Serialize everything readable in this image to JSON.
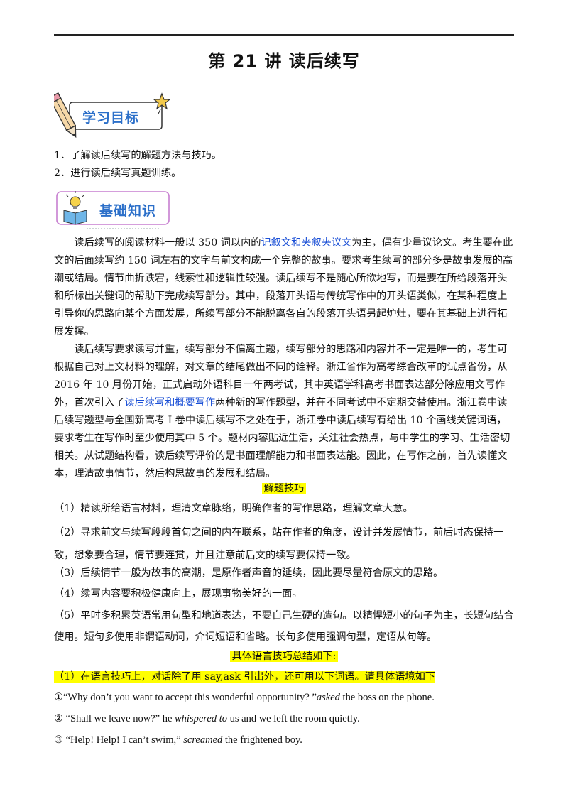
{
  "title": "第 21 讲  读后续写",
  "goals_badge": "学习目标",
  "goals": [
    "1．了解读后续写的解题方法与技巧。",
    "2．进行读后续写真题训练。"
  ],
  "basics_badge": "基础知识",
  "para1": {
    "a": "读后续写的阅读材料一般以 350 词以内的",
    "link": "记叙文和夹叙夹议文",
    "b": "为主，偶有少量议论文。考生要在此文的后面续写约 150 词左右的文字与前文构成一个完整的故事。要求考生续写的部分多是故事发展的高潮或结局。情节曲折跌宕，线索性和逻辑性较强。读后续写不是随心所欲地写，而是要在所给段落开头和所标出关键词的帮助下完成续写部分。其中，段落开头语与传统写作中的开头语类似，在某种程度上引导你的思路向某个方面发展，所续写部分不能脱离各自的段落开头语另起炉灶，要在其基础上进行拓展发挥。"
  },
  "para2": {
    "a": "读后续写要求读写并重，续写部分不偏离主题，续写部分的思路和内容并不一定是唯一的，考生可根据自己对上文材料的理解，对文章的结尾做出不同的诠释。浙江省作为高考综合改革的试点省份，从 2016 年 10 月份开始，正式启动外语科目一年两考试，其中英语学科高考书面表达部分除应用文写作外，首次引入了",
    "link": "读后续写和概要写作",
    "b": "两种新的写作题型，并在不同考试中不定期交替使用。浙江卷中读后续写题型与全国新高考 I 卷中读后续写不之处在于，浙江卷中读后续写有给出 10 个画线关键词语，要求考生在写作时至少使用其中 5 个。题材内容贴近生活，关注社会热点，与中学生的学习、生活密切相关。从试题结构看，读后续写评价的是书面理解能力和书面表达能。因此，在写作之前，首先读懂文本，理清故事情节，然后构思故事的发展和结局。"
  },
  "tips_heading": "解题技巧",
  "tips": [
    "（1）精读所给语言材料，理清文章脉络，明确作者的写作思路，理解文章大意。",
    "（2）寻求前文与续写段段首句之间的内在联系，站在作者的角度，设计并发展情节，前后时态保持一致，想象要合理，情节要连贯，并且注意前后文的续写要保持一致。",
    "（3）后续情节一般为故事的高潮，是原作者声音的延续，因此要尽量符合原文的思路。",
    "（4）续写内容要积极健康向上，展现事物美好的一面。",
    "（5）平时多积累英语常用句型和地道表达，不要自己生硬的造句。以精悍短小的句子为主，长短句结合使用。短句多使用非谓语动词，介词短语和省略。长句多使用强调句型，定语从句等。"
  ],
  "summary_heading": "具体语言技巧总结如下:",
  "summary_item": "（1）在语言技巧上，对话除了用 say,ask  引出外，还可用以下词语。请具体语境如下",
  "examples": [
    {
      "a": "①“Why don’t you want to accept this wonderful opportunity? ”",
      "verb": "asked",
      "b": "  the boss on the phone."
    },
    {
      "a": "②  “Shall we leave now?”  he  ",
      "verb": "whispered to",
      "b": "  us and we left the room quietly."
    },
    {
      "a": "③  “Help! Help! I can’t swim,”  ",
      "verb": "screamed",
      "b": "  the frightened boy."
    }
  ],
  "colors": {
    "link_blue": "#1a4fd6",
    "highlight": "#ffff00",
    "badge_blue": "#2b6fc9",
    "badge_accent": "#f2c94c"
  }
}
